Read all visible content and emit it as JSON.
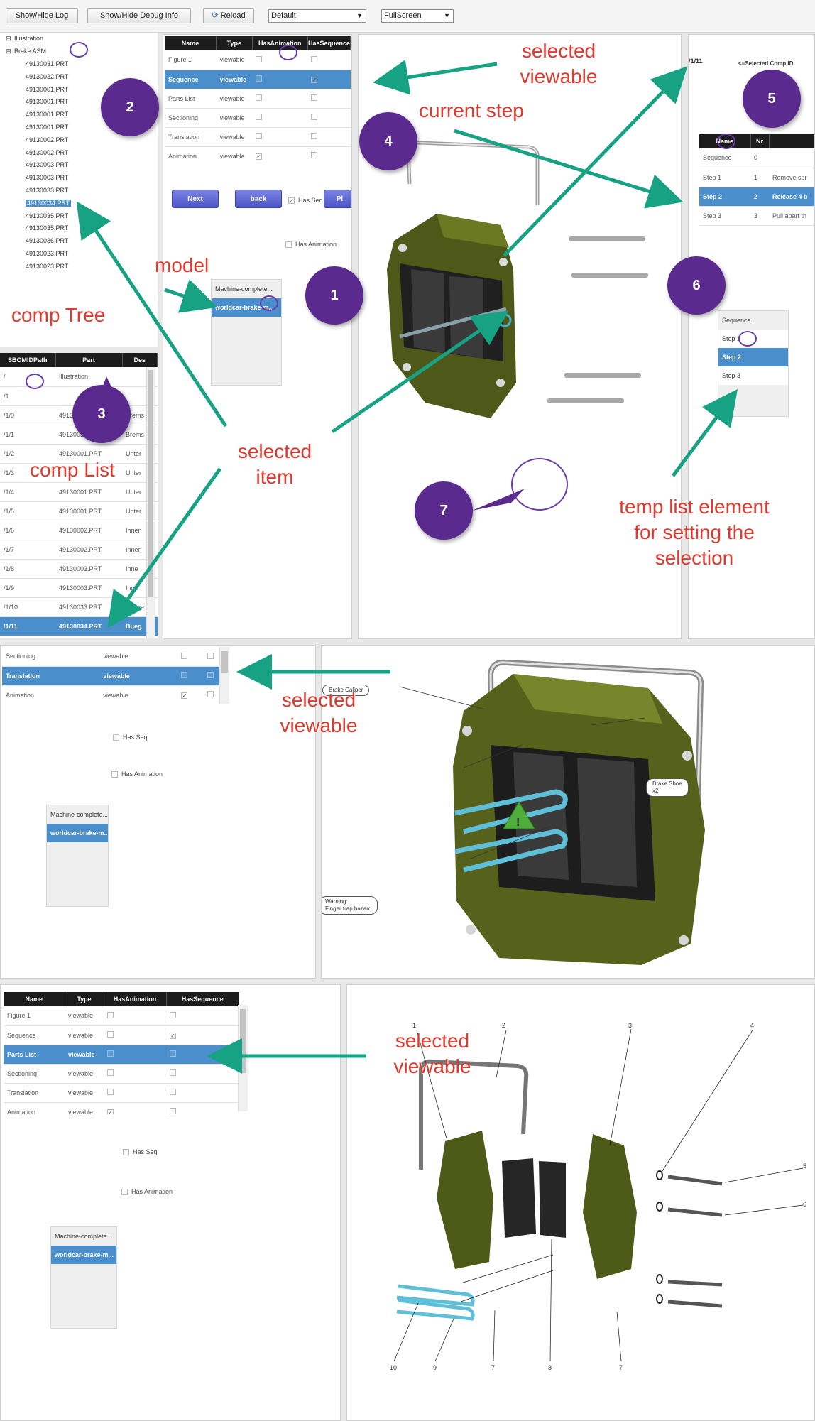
{
  "toolbar": {
    "log_btn": "Show/Hide Log",
    "debug_btn": "Show/Hide Debug Info",
    "reload_btn": "Reload",
    "view_select": "Default",
    "screen_select": "FullScreen"
  },
  "tree": {
    "root": "Illustration",
    "asm": "Brake ASM",
    "items": [
      "49130031.PRT",
      "49130032.PRT",
      "49130001.PRT",
      "49130001.PRT",
      "49130001.PRT",
      "49130001.PRT",
      "49130002.PRT",
      "49130002.PRT",
      "49130003.PRT",
      "49130003.PRT",
      "49130033.PRT",
      "49130034.PRT",
      "49130035.PRT",
      "49130035.PRT",
      "49130036.PRT",
      "49130023.PRT",
      "49130023.PRT"
    ],
    "selected_index": 11
  },
  "viewables": {
    "headers": [
      "Name",
      "Type",
      "HasAnimation",
      "HasSequence"
    ],
    "rows": [
      {
        "name": "Figure 1",
        "type": "viewable"
      },
      {
        "name": "Sequence",
        "type": "viewable"
      },
      {
        "name": "Parts List",
        "type": "viewable"
      },
      {
        "name": "Sectioning",
        "type": "viewable"
      },
      {
        "name": "Translation",
        "type": "viewable"
      },
      {
        "name": "Animation",
        "type": "viewable"
      }
    ]
  },
  "controls": {
    "next": "Next",
    "back": "back",
    "play_partial": "Pl",
    "has_seq": "Has Seq",
    "has_animation": "Has Animation"
  },
  "models": {
    "items": [
      "Machine-complete...",
      "worldcar-brake-m..."
    ]
  },
  "complist": {
    "headers": [
      "SBOMIDPath",
      "Part",
      "Des"
    ],
    "rows": [
      {
        "path": "/",
        "part": "Illustration",
        "desc": ""
      },
      {
        "path": "/1",
        "part": "",
        "desc": ""
      },
      {
        "path": "/1/0",
        "part": "4913",
        "desc": "Brems"
      },
      {
        "path": "/1/1",
        "part": "4913003",
        "desc": "Brems"
      },
      {
        "path": "/1/2",
        "part": "49130001.PRT",
        "desc": "Unter"
      },
      {
        "path": "/1/3",
        "part": "",
        "desc": "Unter"
      },
      {
        "path": "/1/4",
        "part": "49130001.PRT",
        "desc": "Unter"
      },
      {
        "path": "/1/5",
        "part": "49130001.PRT",
        "desc": "Unter"
      },
      {
        "path": "/1/6",
        "part": "49130002.PRT",
        "desc": "Innen"
      },
      {
        "path": "/1/7",
        "part": "49130002.PRT",
        "desc": "Innen"
      },
      {
        "path": "/1/8",
        "part": "49130003.PRT",
        "desc": "Inne"
      },
      {
        "path": "/1/9",
        "part": "49130003.PRT",
        "desc": "Inne"
      },
      {
        "path": "/1/10",
        "part": "49130033.PRT",
        "desc": "Buege"
      },
      {
        "path": "/1/11",
        "part": "49130034.PRT",
        "desc": "Bueg"
      }
    ]
  },
  "steps": {
    "comp_id": "/1/11",
    "comp_id_label": "<=Selected Comp ID",
    "headers": [
      "Name",
      "Nr",
      ""
    ],
    "rows": [
      {
        "name": "Sequence",
        "nr": "0",
        "desc": ""
      },
      {
        "name": "Step 1",
        "nr": "1",
        "desc": "Remove spr"
      },
      {
        "name": "Step 2",
        "nr": "2",
        "desc": "Release 4 b"
      },
      {
        "name": "Step 3",
        "nr": "3",
        "desc": "Pull apart th"
      }
    ]
  },
  "templist": {
    "items": [
      "Sequence",
      "Step 1",
      "Step 2",
      "Step 3"
    ]
  },
  "annotations": {
    "selected_viewable": "selected\nviewable",
    "current_step": "current step",
    "model": "model",
    "comp_tree": "comp Tree",
    "comp_list": "comp List",
    "selected_item": "selected\nitem",
    "temp_list": "temp list element\nfor setting the\nselection",
    "badges": [
      "1",
      "2",
      "3",
      "4",
      "5",
      "6",
      "7"
    ]
  },
  "section2": {
    "rows": [
      {
        "name": "Sectioning",
        "type": "viewable"
      },
      {
        "name": "Translation",
        "type": "viewable"
      },
      {
        "name": "Animation",
        "type": "viewable"
      }
    ],
    "callouts": {
      "caliper": "Brake Caliper",
      "shoe_1": "Brake Shoe",
      "shoe_2": "x2",
      "warn_1": "Warning:",
      "warn_2": "Finger trap hazard"
    }
  },
  "section3": {
    "selected_row": "Parts List",
    "part_numbers": [
      "1",
      "2",
      "3",
      "4",
      "5",
      "6",
      "7",
      "8",
      "7",
      "9",
      "10"
    ]
  },
  "colors": {
    "arrow": "#17a383",
    "annotation_red": "#e03a2f",
    "badge": "#5a2a8e",
    "selection": "#4a8fcb",
    "caliper": "#5e6a1c"
  }
}
